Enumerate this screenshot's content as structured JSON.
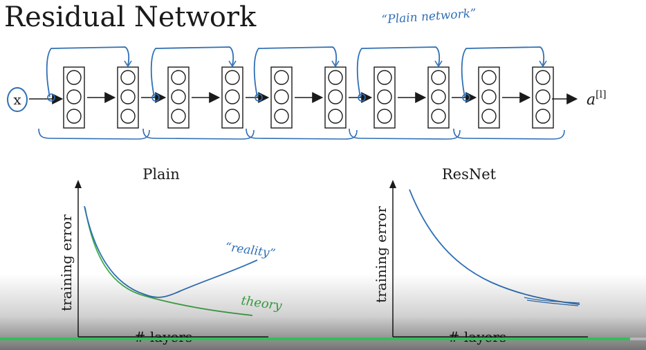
{
  "title": "Residual Network",
  "network": {
    "input_label": "x",
    "output_label": "a",
    "output_superscript": "[l]",
    "handwritten_note": "“Plain network”",
    "block_count": 5
  },
  "plots": {
    "plain": {
      "title": "Plain",
      "ylabel": "training error",
      "xlabel": "# layers",
      "reality_label": "“reality”",
      "theory_label": "theory"
    },
    "resnet": {
      "title": "ResNet",
      "ylabel": "training error",
      "xlabel": "# layers"
    }
  },
  "colors": {
    "ink": "#1a1a1a",
    "pen_blue": "#2f6fb5",
    "pen_green": "#3fae49",
    "progress": "#2fbf5a"
  },
  "video_progress": 0.975
}
